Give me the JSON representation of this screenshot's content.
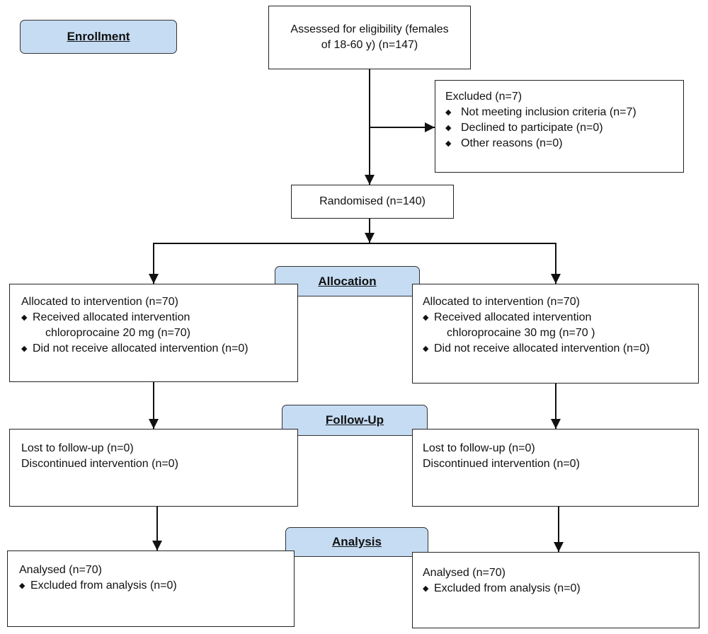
{
  "stages": {
    "enrollment": "Enrollment",
    "allocation": "Allocation",
    "follow_up": "Follow-Up",
    "analysis": "Analysis"
  },
  "assessed": {
    "line1": "Assessed for eligibility (females",
    "line2": "of 18-60 y) (n=147)"
  },
  "excluded": {
    "title": "Excluded (n=7)",
    "items": [
      "Not meeting inclusion criteria (n=7)",
      "Declined to participate (n=0)",
      "Other reasons (n=0)"
    ]
  },
  "randomised": "Randomised (n=140)",
  "bullet_symbol": "◆",
  "allocation": {
    "left": {
      "title": "Allocated to intervention (n=70)",
      "received_line1": "Received allocated intervention",
      "received_line2": "chloroprocaine 20 mg (n=70)",
      "not_received": "Did not receive allocated intervention (n=0)"
    },
    "right": {
      "title": "Allocated to intervention (n=70)",
      "received_line1": "Received allocated intervention",
      "received_line2": "chloroprocaine 30 mg (n=70 )",
      "not_received": "Did not receive allocated intervention (n=0)"
    }
  },
  "follow_up": {
    "left": {
      "lost": "Lost to follow-up (n=0)",
      "discontinued": "Discontinued intervention (n=0)"
    },
    "right": {
      "lost": "Lost to follow-up (n=0)",
      "discontinued": "Discontinued intervention (n=0)"
    }
  },
  "analysis": {
    "left": {
      "analysed": "Analysed (n=70)",
      "excluded": "Excluded from analysis (n=0)"
    },
    "right": {
      "analysed": "Analysed (n=70)",
      "excluded": "Excluded from analysis (n=0)"
    }
  }
}
